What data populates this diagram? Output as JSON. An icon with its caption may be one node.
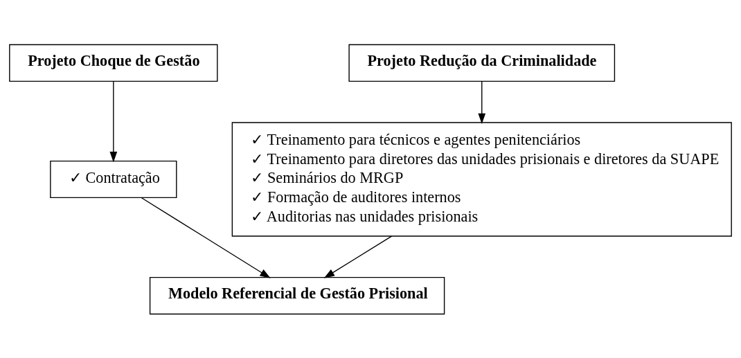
{
  "diagram": {
    "nodes": [
      {
        "text": [
          "Projeto Choque de Gestão"
        ]
      },
      {
        "text": [
          "Projeto Redução da Criminalidade"
        ]
      },
      {
        "text": [
          "✓ Contratação"
        ]
      },
      {
        "text": [
          "✓ Treinamento para técnicos e agentes penitenciários",
          "✓ Treinamento para diretores das unidades prisionais e diretores da SUAPE",
          "✓ Seminários do MRGP",
          "✓ Formação de auditores internos",
          "✓ Auditorias nas unidades prisionais"
        ]
      },
      {
        "text": [
          "Modelo Referencial de Gestão Prisional"
        ]
      }
    ],
    "edges": [
      {
        "from": 0,
        "to": 2,
        "arrow": "to"
      },
      {
        "from": 1,
        "to": 3,
        "arrow": "to"
      },
      {
        "from": 2,
        "to": 4,
        "arrow": "to"
      },
      {
        "from": 3,
        "to": 4,
        "arrow": "to"
      }
    ]
  }
}
